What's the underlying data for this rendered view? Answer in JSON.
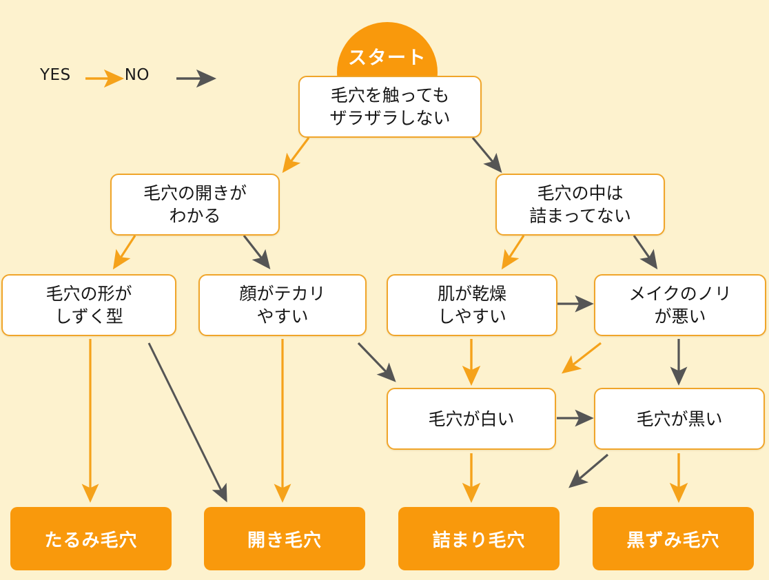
{
  "legend": {
    "yes_label": "YES",
    "no_label": "NO",
    "yes_color": "#f5a21a",
    "no_color": "#555555"
  },
  "start": {
    "badge_label": "スタート"
  },
  "colors": {
    "background": "#fdf2ce",
    "node_border": "#f0a52a",
    "node_fill": "#ffffff",
    "result_fill": "#f9990c",
    "yes_arrow": "#f5a21a",
    "no_arrow": "#555555",
    "text": "#161616",
    "result_text": "#ffffff"
  },
  "nodes": [
    {
      "id": "q-root",
      "text": "毛穴を触っても\nザラザラしない"
    },
    {
      "id": "q-open",
      "text": "毛穴の開きが\nわかる"
    },
    {
      "id": "q-clogged",
      "text": "毛穴の中は\n詰まってない"
    },
    {
      "id": "q-teardrop",
      "text": "毛穴の形が\nしずく型"
    },
    {
      "id": "q-oily",
      "text": "顔がテカリ\nやすい"
    },
    {
      "id": "q-dry",
      "text": "肌が乾燥\nしやすい"
    },
    {
      "id": "q-makeup",
      "text": "メイクのノリ\nが悪い"
    },
    {
      "id": "q-white",
      "text": "毛穴が白い"
    },
    {
      "id": "q-black",
      "text": "毛穴が黒い"
    }
  ],
  "results": [
    {
      "id": "r-sagging",
      "text": "たるみ毛穴"
    },
    {
      "id": "r-open",
      "text": "開き毛穴"
    },
    {
      "id": "r-clogged",
      "text": "詰まり毛穴"
    },
    {
      "id": "r-black",
      "text": "黒ずみ毛穴"
    }
  ]
}
